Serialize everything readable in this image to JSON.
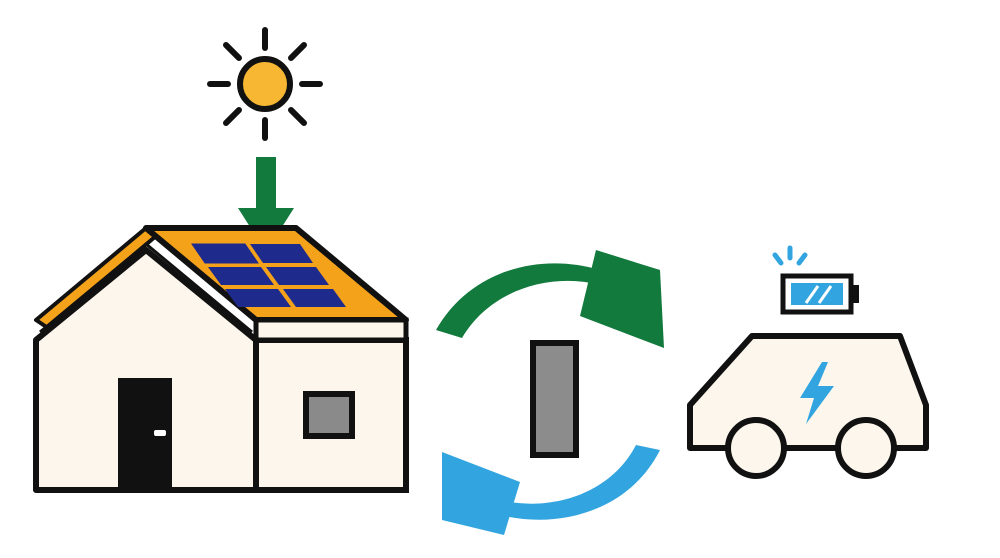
{
  "diagram": {
    "nodes": [
      {
        "id": "sun",
        "label": "",
        "icon": "sun-icon"
      },
      {
        "id": "house",
        "label": "",
        "icon": "house-with-solar-panels-icon"
      },
      {
        "id": "charger",
        "label": "",
        "icon": "charger-unit-icon"
      },
      {
        "id": "car",
        "label": "",
        "icon": "electric-car-icon"
      },
      {
        "id": "battery",
        "label": "",
        "icon": "battery-icon"
      }
    ],
    "edges": [
      {
        "from": "sun",
        "to": "house",
        "icon": "arrow-down-icon",
        "color": "#137a3e"
      },
      {
        "from": "house",
        "to": "car",
        "icon": "cycle-arrow-top-icon",
        "color": "#137a3e"
      },
      {
        "from": "car",
        "to": "house",
        "icon": "cycle-arrow-bottom-icon",
        "color": "#32a5e0"
      }
    ]
  },
  "colors": {
    "outline": "#111111",
    "wall": "#fdf6ec",
    "roof_orange": "#f5a21b",
    "sun": "#f7b733",
    "solar_panel": "#1e2a8c",
    "green_arrow": "#137a3e",
    "blue_arrow": "#32a5e0",
    "lightning": "#32a5e0",
    "charger_gray": "#8c8c8c",
    "window_gray": "#8a8a8a",
    "door": "#111111",
    "battery_fill": "#32a5e0"
  }
}
